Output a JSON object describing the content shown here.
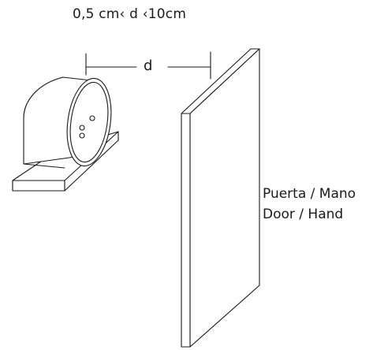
{
  "diagram": {
    "range_text": "0,5 cm‹ d ‹10cm",
    "distance_symbol": "d",
    "target_label_es": "Puerta / Mano",
    "target_label_en": "Door / Hand",
    "line_color": "#1a1a1a"
  }
}
